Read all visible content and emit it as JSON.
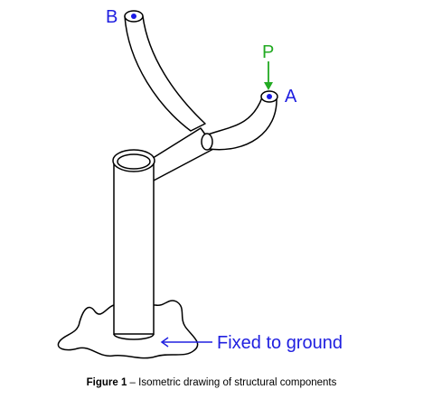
{
  "labels": {
    "point_b": "B",
    "point_a": "A",
    "load": "P",
    "ground": "Fixed to ground"
  },
  "caption": {
    "figure_number": "Figure 1",
    "separator": " – ",
    "text": "Isometric drawing of structural components"
  },
  "colors": {
    "outline": "#000000",
    "point_label": "#2020e0",
    "point_marker": "#1a1ae6",
    "load_arrow": "#22aa22",
    "ground_arrow": "#2020e0"
  }
}
